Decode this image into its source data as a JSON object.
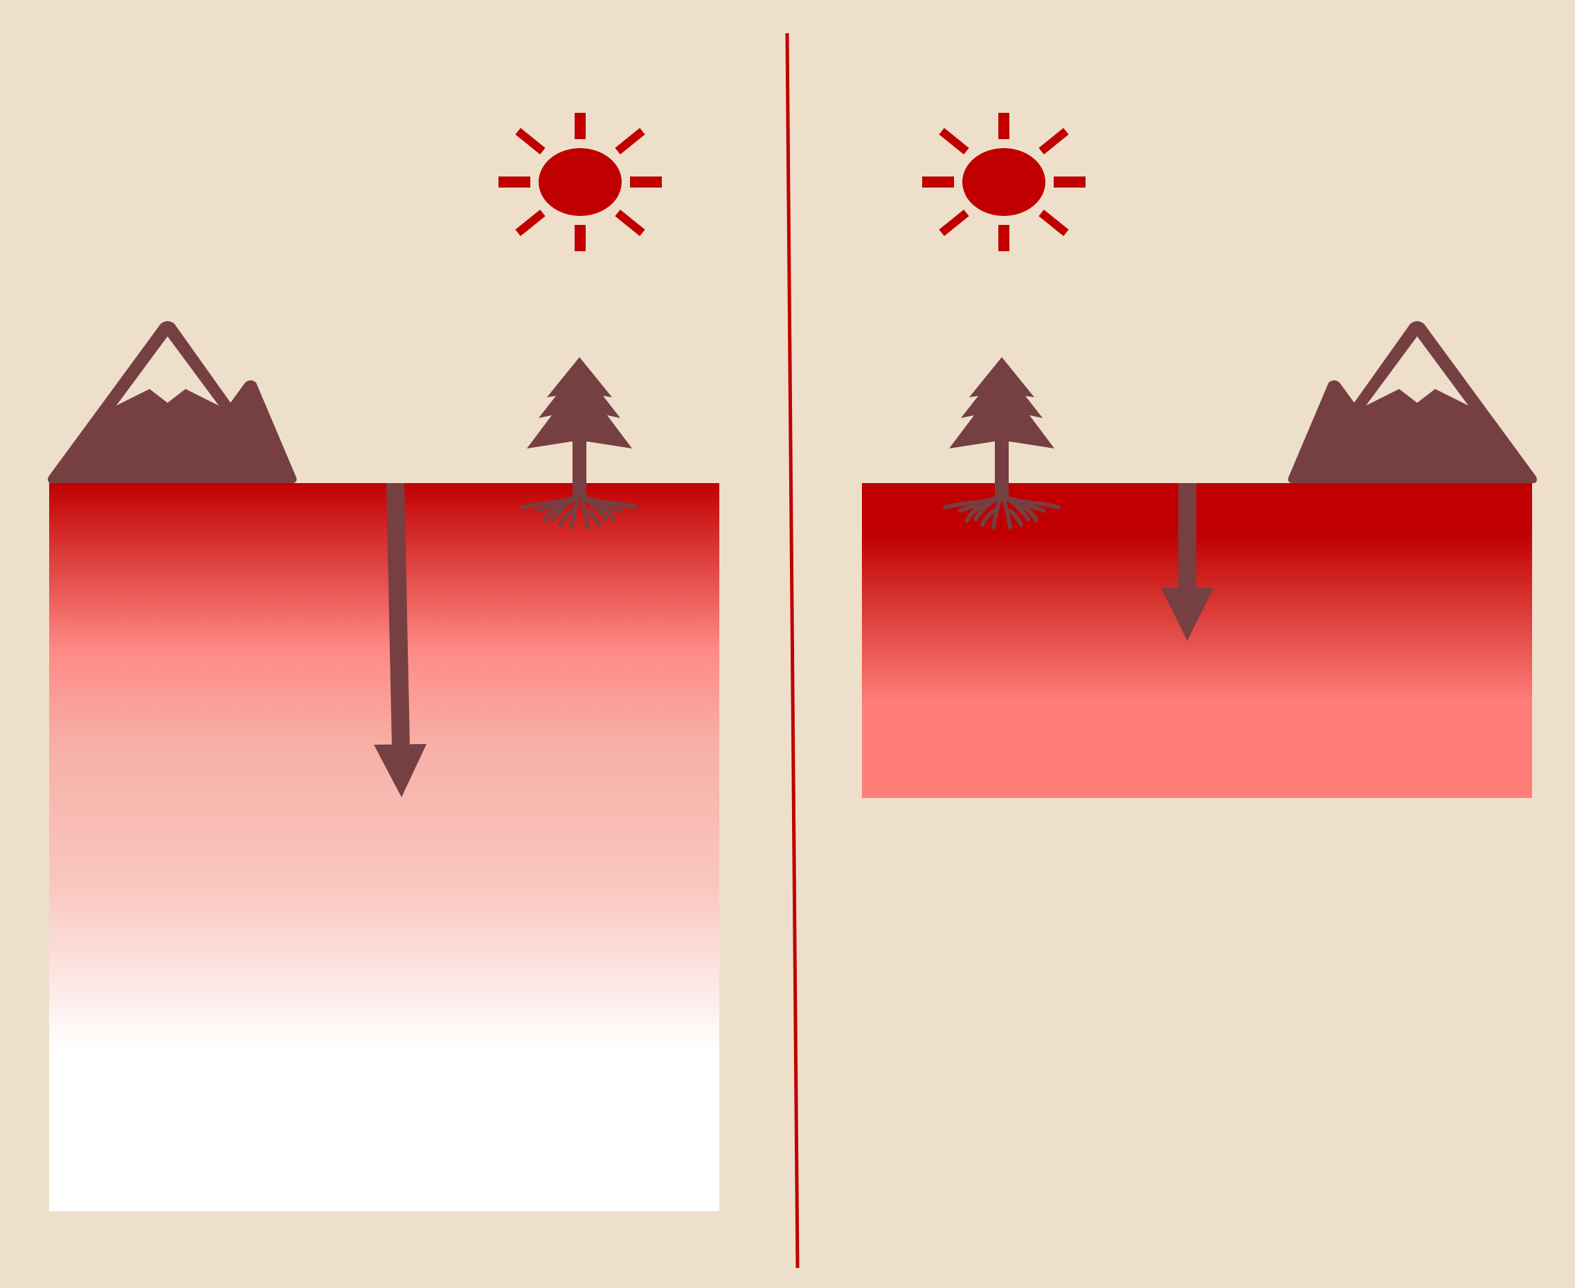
{
  "background_color": "#EEDFCB",
  "accent_red": "#C00000",
  "icon_brown": "#763F42",
  "divider_color": "#C00000",
  "panels": [
    {
      "id": "left",
      "icons": [
        "sun-icon",
        "mountain-icon",
        "tree-icon"
      ],
      "layer_gradient": [
        "#C00000",
        "#FF8A86",
        "#F6B0A6",
        "#FFFFFF"
      ],
      "arrow_direction": "down"
    },
    {
      "id": "right",
      "icons": [
        "sun-icon",
        "tree-icon",
        "mountain-icon"
      ],
      "layer_gradient": [
        "#C00000",
        "#D93A36",
        "#FF7E7A"
      ],
      "arrow_direction": "down"
    }
  ]
}
